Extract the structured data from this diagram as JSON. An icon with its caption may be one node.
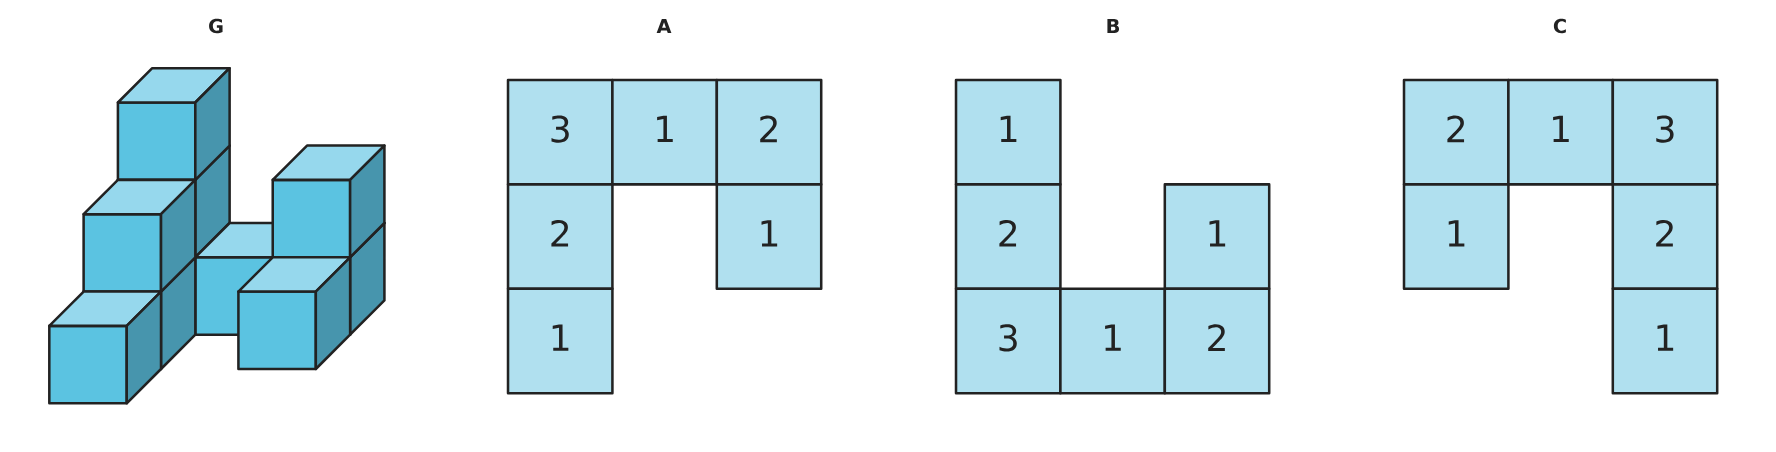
{
  "diagram": {
    "nodes": [
      {
        "text": [
          "3"
        ]
      },
      {
        "text": [
          "1"
        ]
      },
      {
        "text": [
          "2"
        ]
      },
      {
        "text": [
          "2"
        ]
      },
      {
        "text": [
          "1"
        ]
      },
      {
        "text": [
          "1"
        ]
      },
      {
        "text": [
          "1"
        ]
      },
      {
        "text": [
          "2"
        ]
      },
      {
        "text": [
          "1"
        ]
      },
      {
        "text": [
          "3"
        ]
      },
      {
        "text": [
          "1"
        ]
      },
      {
        "text": [
          "2"
        ]
      },
      {
        "text": [
          "2"
        ]
      },
      {
        "text": [
          "1"
        ]
      },
      {
        "text": [
          "3"
        ]
      },
      {
        "text": [
          "1"
        ]
      },
      {
        "text": [
          "2"
        ]
      },
      {
        "text": [
          "1"
        ]
      }
    ],
    "labels": [
      "G",
      "A",
      "B",
      "C"
    ]
  }
}
